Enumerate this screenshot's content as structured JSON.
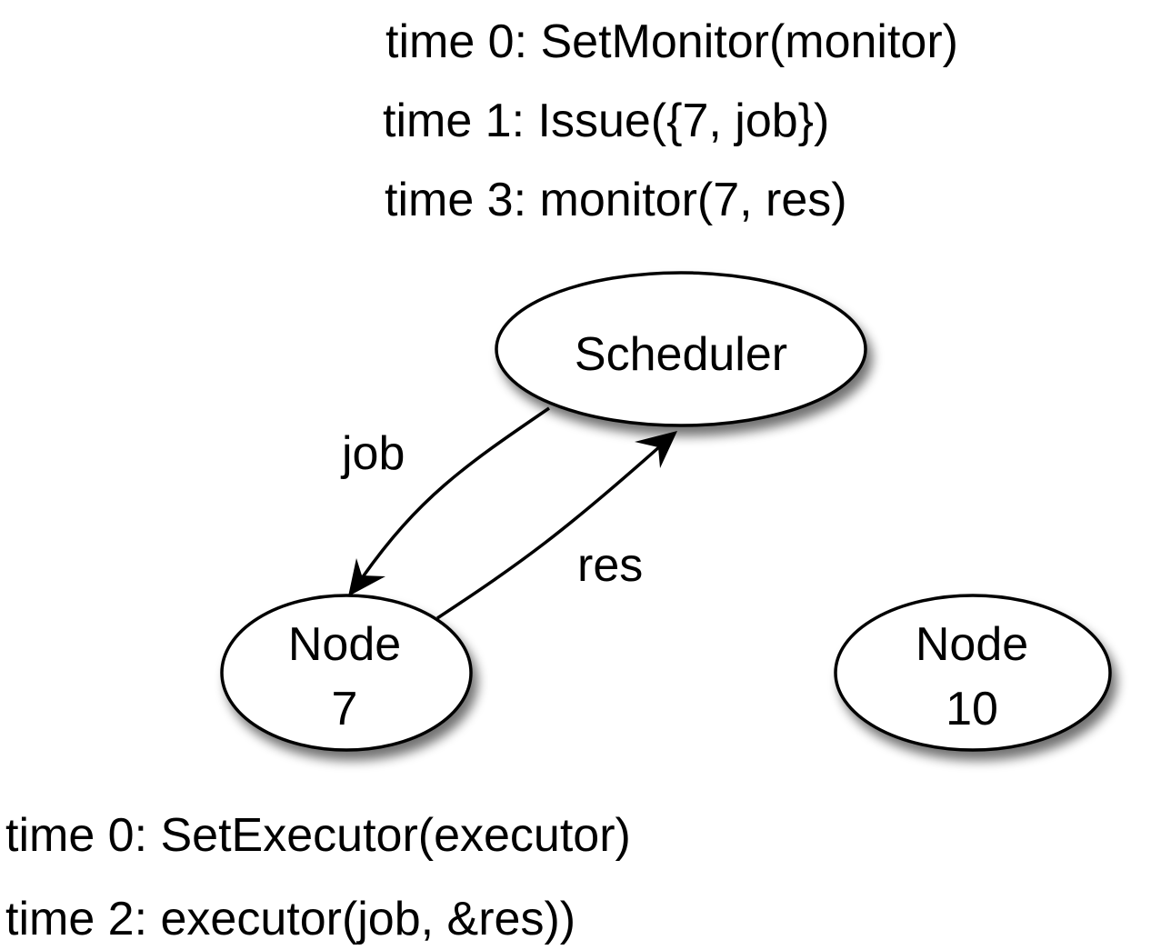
{
  "scheduler_log": [
    "time 0: SetMonitor(monitor)",
    "time 1: Issue({7, job})",
    "time 3: monitor(7, res)"
  ],
  "node_log": [
    "time 0: SetExecutor(executor)",
    "time 2: executor(job, &res))"
  ],
  "nodes": {
    "scheduler": {
      "label": "Scheduler"
    },
    "node7": {
      "line1": "Node",
      "line2": "7"
    },
    "node10": {
      "line1": "Node",
      "line2": "10"
    }
  },
  "edges": {
    "job": {
      "label": "job",
      "from": "Scheduler",
      "to": "Node 7"
    },
    "res": {
      "label": "res",
      "from": "Node 7",
      "to": "Scheduler"
    }
  },
  "colors": {
    "stroke": "#000000",
    "node_fill": "#ffffff",
    "shadow": "#777777"
  }
}
